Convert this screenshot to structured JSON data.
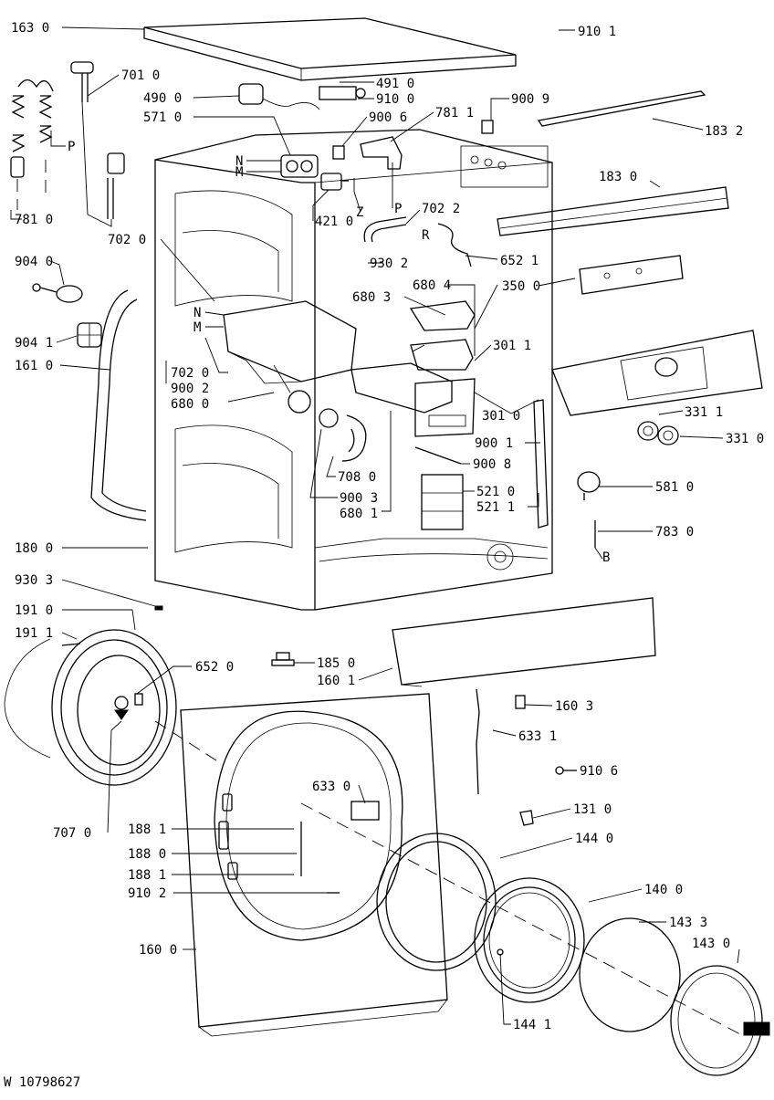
{
  "diagram": {
    "drawing_code": "W 10798627",
    "callouts": [
      {
        "id": "c1630",
        "label": "163 0"
      },
      {
        "id": "c9101",
        "label": "910 1"
      },
      {
        "id": "c7010",
        "label": "701 0"
      },
      {
        "id": "c4910",
        "label": "491 0"
      },
      {
        "id": "c4900",
        "label": "490 0"
      },
      {
        "id": "c9100",
        "label": "910 0"
      },
      {
        "id": "c9009",
        "label": "900 9"
      },
      {
        "id": "c5710",
        "label": "571 0"
      },
      {
        "id": "c9006",
        "label": "900 6"
      },
      {
        "id": "c7811a",
        "label": "781 1"
      },
      {
        "id": "c1832",
        "label": "183 2"
      },
      {
        "id": "cN1",
        "label": "N"
      },
      {
        "id": "cM1",
        "label": "M"
      },
      {
        "id": "cP1",
        "label": "P"
      },
      {
        "id": "cZ",
        "label": "Z"
      },
      {
        "id": "cP2",
        "label": "P"
      },
      {
        "id": "c1830",
        "label": "183 0"
      },
      {
        "id": "c7810",
        "label": "781 0"
      },
      {
        "id": "c4210",
        "label": "421 0"
      },
      {
        "id": "c7022",
        "label": "702 2"
      },
      {
        "id": "cR",
        "label": "R"
      },
      {
        "id": "c7020",
        "label": "702 0"
      },
      {
        "id": "c6521",
        "label": "652 1"
      },
      {
        "id": "c9302",
        "label": "930 2"
      },
      {
        "id": "c9040",
        "label": "904 0"
      },
      {
        "id": "c6803",
        "label": "680 3"
      },
      {
        "id": "c6804",
        "label": "680  4"
      },
      {
        "id": "c3500",
        "label": "350 0"
      },
      {
        "id": "cN2",
        "label": "N"
      },
      {
        "id": "cM2",
        "label": "M"
      },
      {
        "id": "c9041",
        "label": "904 1"
      },
      {
        "id": "c3011",
        "label": "301 1"
      },
      {
        "id": "c1610",
        "label": "161 0"
      },
      {
        "id": "c7021",
        "label": "702 0"
      },
      {
        "id": "c9002",
        "label": "900 2"
      },
      {
        "id": "c6800",
        "label": "680 0"
      },
      {
        "id": "c3010",
        "label": "301 0"
      },
      {
        "id": "c3311",
        "label": "331 1"
      },
      {
        "id": "c3310",
        "label": "331 0"
      },
      {
        "id": "c9001",
        "label": "900 1"
      },
      {
        "id": "c9008",
        "label": "900 8"
      },
      {
        "id": "c7080",
        "label": "708 0"
      },
      {
        "id": "c5210",
        "label": "521 0"
      },
      {
        "id": "c9003",
        "label": "900 3"
      },
      {
        "id": "c5211",
        "label": "521 1"
      },
      {
        "id": "c5810",
        "label": "581 0"
      },
      {
        "id": "c6801",
        "label": "680 1"
      },
      {
        "id": "c7830",
        "label": "783 0"
      },
      {
        "id": "c1800",
        "label": "180 0"
      },
      {
        "id": "cB",
        "label": "B"
      },
      {
        "id": "c9303",
        "label": "930 3"
      },
      {
        "id": "c1910",
        "label": "191 0"
      },
      {
        "id": "c1911",
        "label": "191 1"
      },
      {
        "id": "c1850",
        "label": "185 0"
      },
      {
        "id": "c6520",
        "label": "652 0"
      },
      {
        "id": "c1601",
        "label": "160 1"
      },
      {
        "id": "c1603",
        "label": "160 3"
      },
      {
        "id": "c6331",
        "label": "633 1"
      },
      {
        "id": "c9106",
        "label": "910 6"
      },
      {
        "id": "c6330",
        "label": "633 0"
      },
      {
        "id": "c1310",
        "label": "131 0"
      },
      {
        "id": "c7070",
        "label": "707 0"
      },
      {
        "id": "c1881a",
        "label": "188 1"
      },
      {
        "id": "c1880",
        "label": "188 0"
      },
      {
        "id": "c1440",
        "label": "144 0"
      },
      {
        "id": "c1881b",
        "label": "188 1"
      },
      {
        "id": "c9102",
        "label": "910 2"
      },
      {
        "id": "c1400",
        "label": "140 0"
      },
      {
        "id": "c1433",
        "label": "143 3"
      },
      {
        "id": "c1600",
        "label": "160 0"
      },
      {
        "id": "c1430",
        "label": "143 0"
      },
      {
        "id": "c1441",
        "label": "144 1"
      }
    ]
  }
}
